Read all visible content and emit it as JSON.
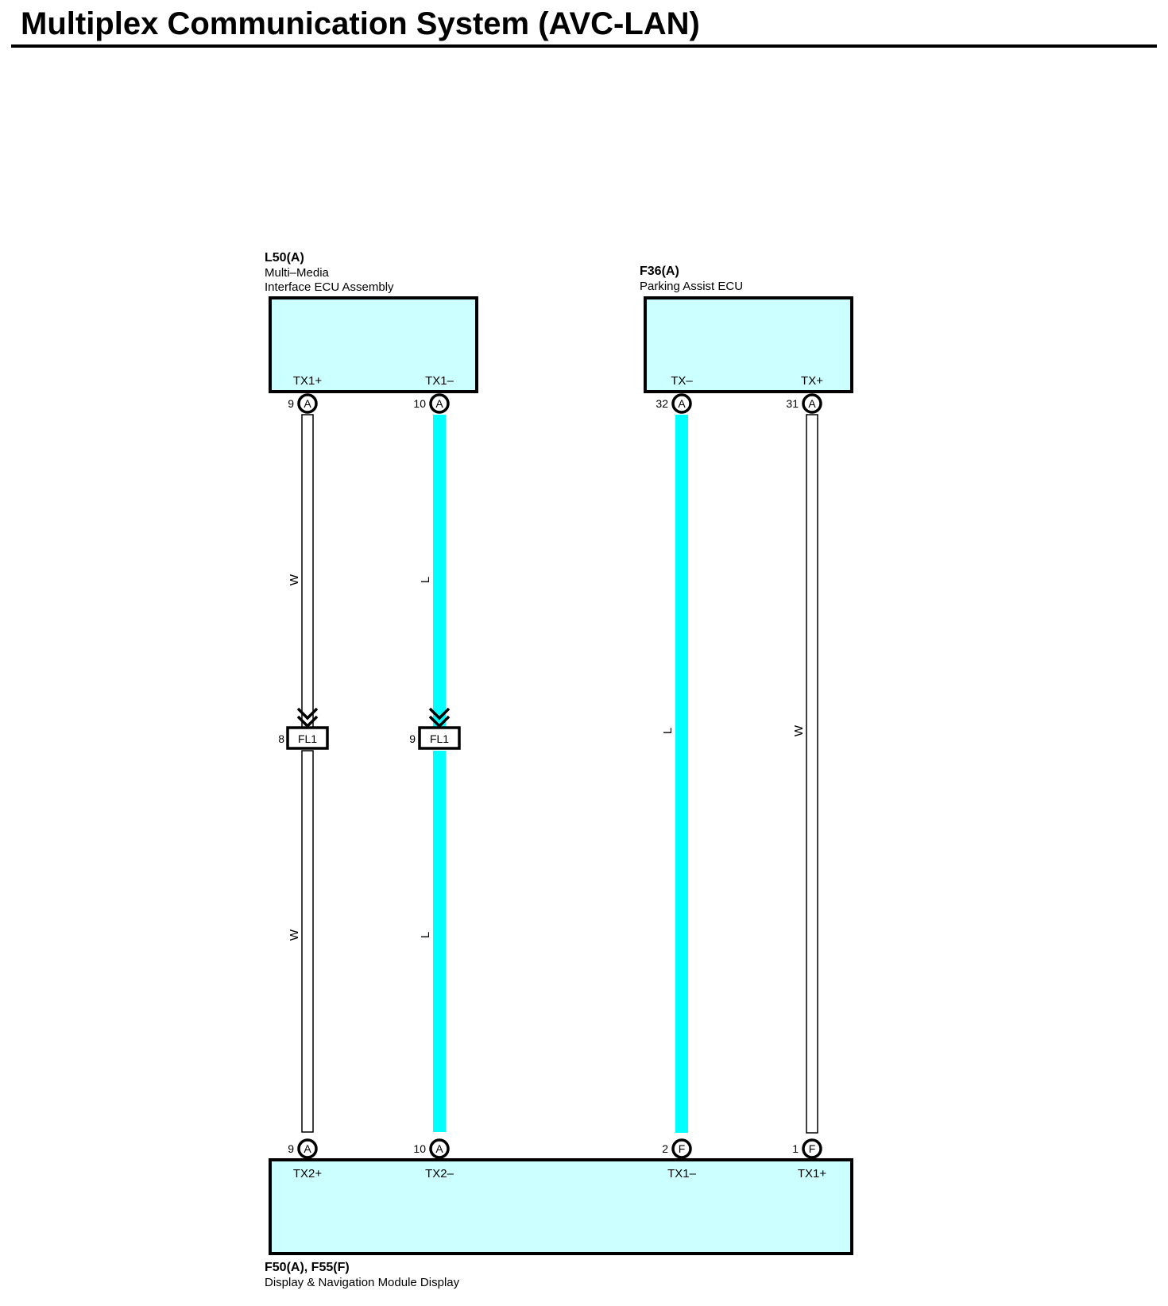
{
  "title": "Multiplex Communication System (AVC-LAN)",
  "colors": {
    "component_fill": "#ccffff",
    "wire_blue": "#00ffff",
    "wire_white": "#ffffff",
    "line": "#000000"
  },
  "components": {
    "mmi": {
      "code": "L50(A)",
      "desc1": "Multi–Media",
      "desc2": "Interface ECU Assembly"
    },
    "pa": {
      "code": "F36(A)",
      "desc1": "Parking Assist ECU"
    },
    "dnm": {
      "code": "F50(A), F55(F)",
      "desc1": "Display & Navigation Module Display"
    }
  },
  "wires": [
    {
      "id": "w1",
      "color_code": "W",
      "top": {
        "pin": "9",
        "conn": "A",
        "signal": "TX1+"
      },
      "junction": {
        "pin": "8",
        "label": "FL1"
      },
      "bottom": {
        "pin": "9",
        "conn": "A",
        "signal": "TX2+"
      }
    },
    {
      "id": "w2",
      "color_code": "L",
      "top": {
        "pin": "10",
        "conn": "A",
        "signal": "TX1–"
      },
      "junction": {
        "pin": "9",
        "label": "FL1"
      },
      "bottom": {
        "pin": "10",
        "conn": "A",
        "signal": "TX2–"
      }
    },
    {
      "id": "w3",
      "color_code": "L",
      "top": {
        "pin": "32",
        "conn": "A",
        "signal": "TX–"
      },
      "bottom": {
        "pin": "2",
        "conn": "F",
        "signal": "TX1–"
      }
    },
    {
      "id": "w4",
      "color_code": "W",
      "top": {
        "pin": "31",
        "conn": "A",
        "signal": "TX+"
      },
      "bottom": {
        "pin": "1",
        "conn": "F",
        "signal": "TX1+"
      }
    }
  ]
}
